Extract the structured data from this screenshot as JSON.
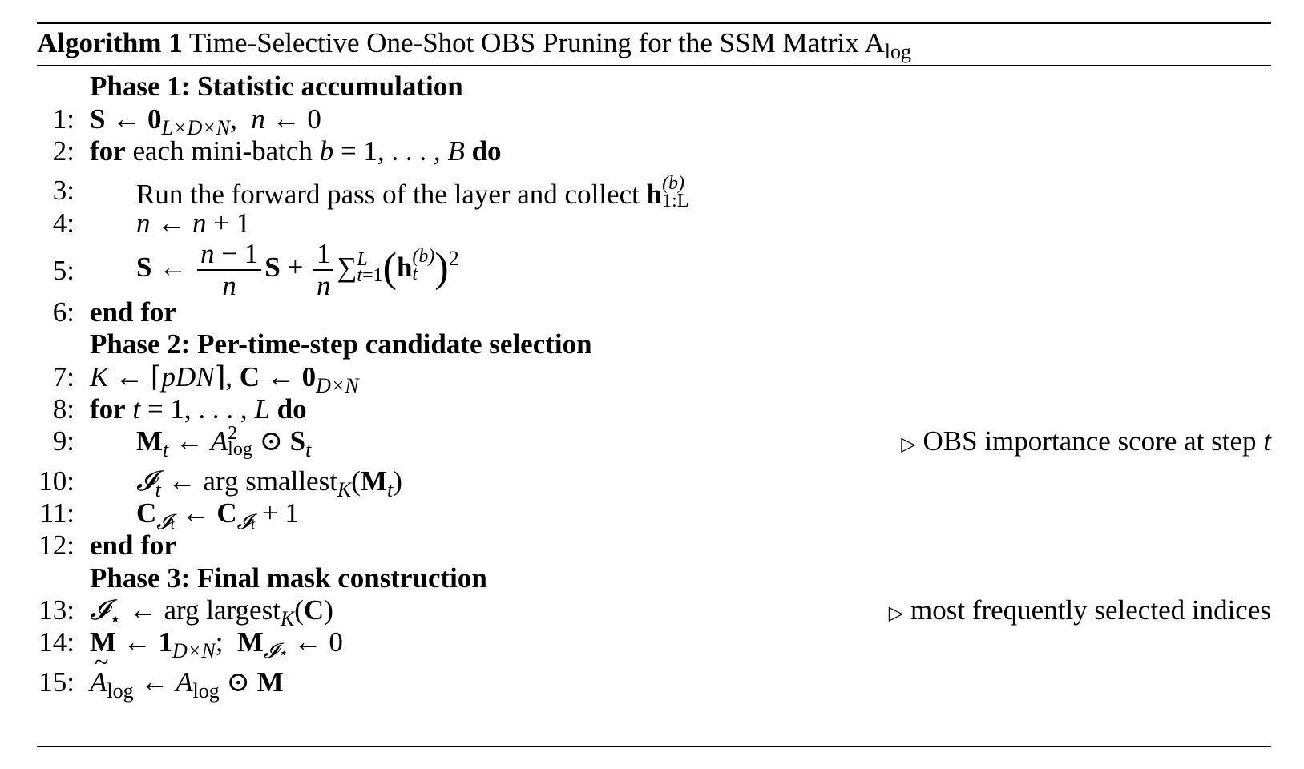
{
  "caption": {
    "label": "Algorithm 1",
    "text": "Time-Selective One-Shot OBS Pruning for the SSM Matrix A",
    "sub": "log"
  },
  "phases": {
    "p1": "Phase 1: Statistic accumulation",
    "p2": "Phase 2: Per-time-step candidate selection",
    "p3": "Phase 3: Final mask construction"
  },
  "nums": [
    "1:",
    "2:",
    "3:",
    "4:",
    "5:",
    "6:",
    "7:",
    "8:",
    "9:",
    "10:",
    "11:",
    "12:",
    "13:",
    "14:",
    "15:"
  ],
  "kw": {
    "for": "for",
    "do": "do",
    "end_for": "end for"
  },
  "text": {
    "l2_mid": " each mini-batch ",
    "l3": "Run the forward pass of the layer and collect ",
    "l10_fn": "arg smallest",
    "l13_fn": "arg largest"
  },
  "comments": {
    "c9": "OBS importance score at step ",
    "c9_var": "t",
    "c13": "most frequently selected indices"
  }
}
